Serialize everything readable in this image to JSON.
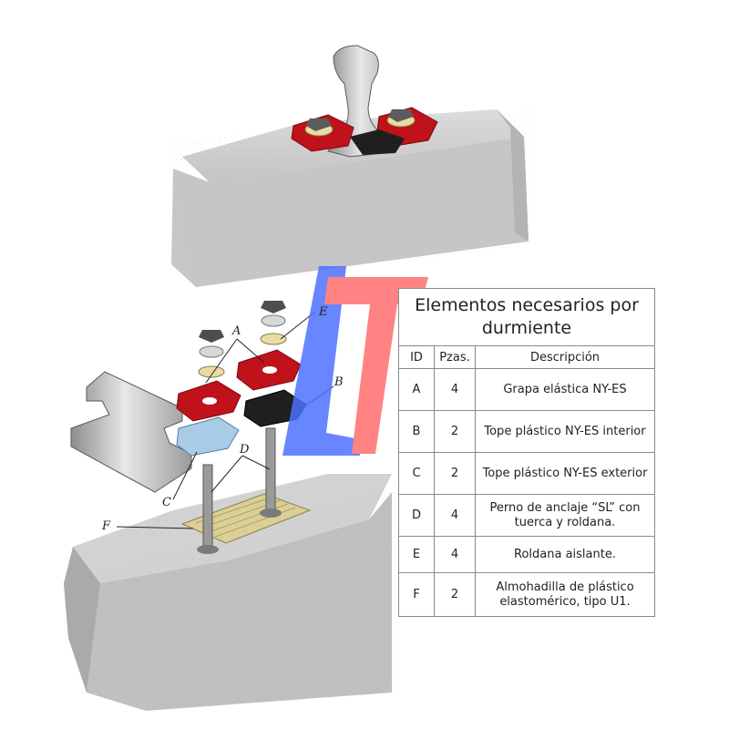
{
  "callouts": {
    "a": "A",
    "b": "B",
    "c": "C",
    "d": "D",
    "e": "E",
    "f": "F"
  },
  "table": {
    "title": "Elementos necesarios por durmiente",
    "headers": {
      "id": "ID",
      "qty": "Pzas.",
      "desc": "Descripción"
    },
    "rows": [
      {
        "id": "A",
        "qty": "4",
        "desc": "Grapa elástica  NY-ES"
      },
      {
        "id": "B",
        "qty": "2",
        "desc": "Tope plástico NY-ES interior"
      },
      {
        "id": "C",
        "qty": "2",
        "desc": "Tope plástico NY-ES exterior"
      },
      {
        "id": "D",
        "qty": "4",
        "desc": "Perno de anclaje “SL” con tuerca y roldana."
      },
      {
        "id": "E",
        "qty": "4",
        "desc": "Roldana aislante."
      },
      {
        "id": "F",
        "qty": "2",
        "desc": "Almohadilla de plástico elastomérico, tipo U1."
      }
    ]
  },
  "colors": {
    "concrete": "#c9c9c9",
    "clip_red": "#c0121a",
    "insulator_dark": "#1f1f1f",
    "insulator_light": "#a9cbe6",
    "washer_beige": "#e9dba3",
    "pad_beige": "#dccf95",
    "watermark_blue": "#4d72ff",
    "watermark_red": "#ff6e6e"
  }
}
